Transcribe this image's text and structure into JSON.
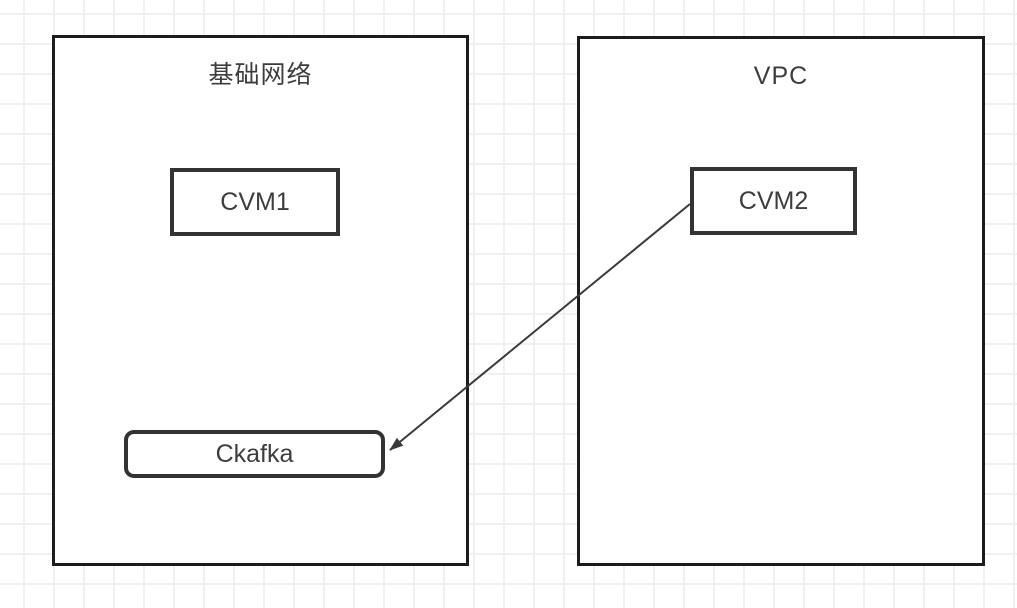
{
  "diagram": {
    "containers": [
      {
        "id": "basic-network",
        "label": "基础网络"
      },
      {
        "id": "vpc",
        "label": "VPC"
      }
    ],
    "nodes": [
      {
        "id": "cvm1",
        "label": "CVM1",
        "parent": "基础网络",
        "shape": "rectangle"
      },
      {
        "id": "cvm2",
        "label": "CVM2",
        "parent": "VPC",
        "shape": "rectangle"
      },
      {
        "id": "ckafka",
        "label": "Ckafka",
        "parent": "基础网络",
        "shape": "rounded-rectangle"
      }
    ],
    "edges": [
      {
        "from": "CVM2",
        "to": "Ckafka",
        "arrowhead": "filled-triangle",
        "direction": "CVM2 → Ckafka"
      }
    ],
    "colors": {
      "canvas_bg": "#ffffff",
      "grid_line": "#f0f0f0",
      "container_border": "#1c1c1c",
      "node_border": "#333333",
      "text": "#3d3d3d",
      "arrow": "#3a3a3a",
      "shape_fill": "#ffffff"
    }
  }
}
